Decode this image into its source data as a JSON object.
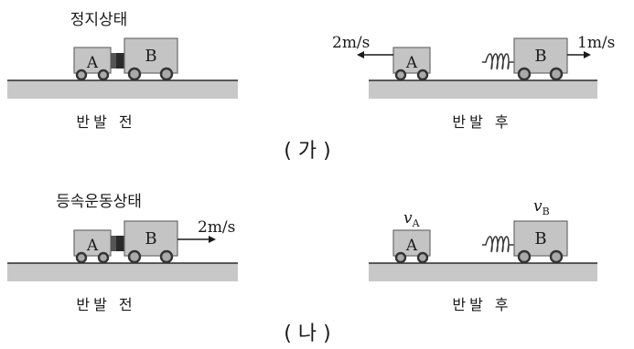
{
  "panel_ga": {
    "state_label": "정지상태",
    "before_caption": "반발 전",
    "after_caption": "반발 후",
    "panel_label": "( 가 )",
    "cart_a": "A",
    "cart_b": "B",
    "vel_a": "2m/s",
    "vel_b": "1m/s"
  },
  "panel_na": {
    "state_label": "등속운동상태",
    "before_caption": "반발 전",
    "after_caption": "반발 후",
    "panel_label": "( 나 )",
    "cart_a": "A",
    "cart_b": "B",
    "vel_before": "2m/s",
    "vel_a_symbol": "v",
    "vel_a_sub": "A",
    "vel_b_symbol": "v",
    "vel_b_sub": "B"
  },
  "colors": {
    "cart_fill": "#c4c4c4",
    "ground_fill": "#c8c8c8",
    "block_fill": "#2a2a2a"
  }
}
